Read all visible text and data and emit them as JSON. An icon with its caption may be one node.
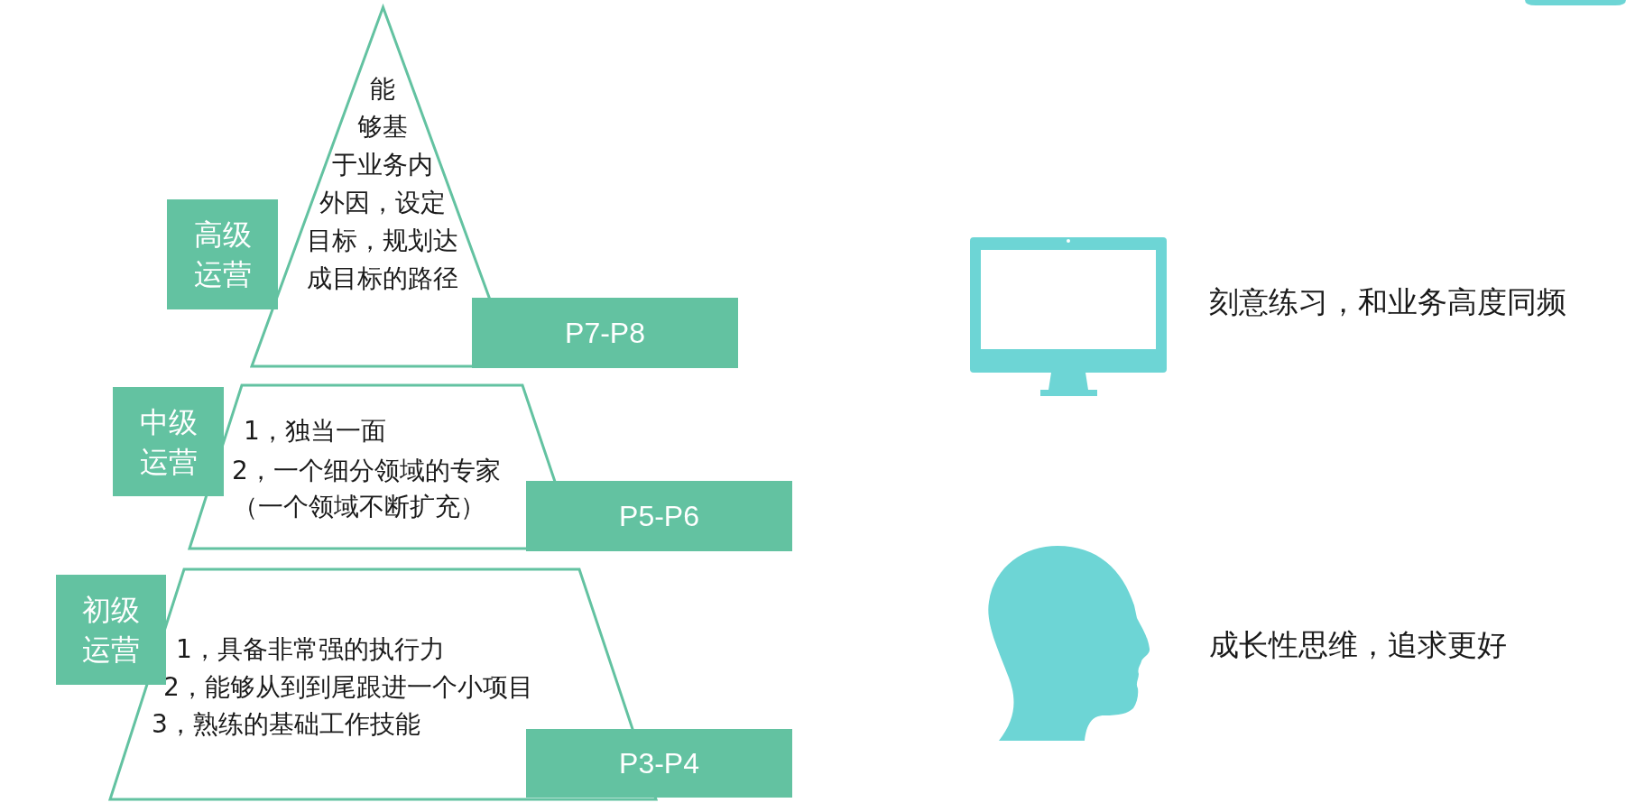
{
  "diagram": {
    "nodes": [
      {
        "text": [
          "能够基于业务内外因，设定目标，规划达成目标的路径"
        ]
      },
      {
        "text": [
          "高级运营"
        ]
      },
      {
        "text": [
          "P7-P8"
        ]
      },
      {
        "text": [
          "1，独当一面",
          "2，一个细分领域的专家",
          "（一个领域不断扩充）"
        ]
      },
      {
        "text": [
          "中级运营"
        ]
      },
      {
        "text": [
          "P5-P6"
        ]
      },
      {
        "text": [
          "1，具备非常强的执行力",
          "2，能够从到到尾跟进一个小项目",
          "3，熟练的基础工作技能"
        ]
      },
      {
        "text": [
          "初级运营"
        ]
      },
      {
        "text": [
          "P3-P4"
        ]
      }
    ],
    "labels": [
      "刻意练习，和业务高度同频",
      "成长性思维，追求更好"
    ]
  }
}
